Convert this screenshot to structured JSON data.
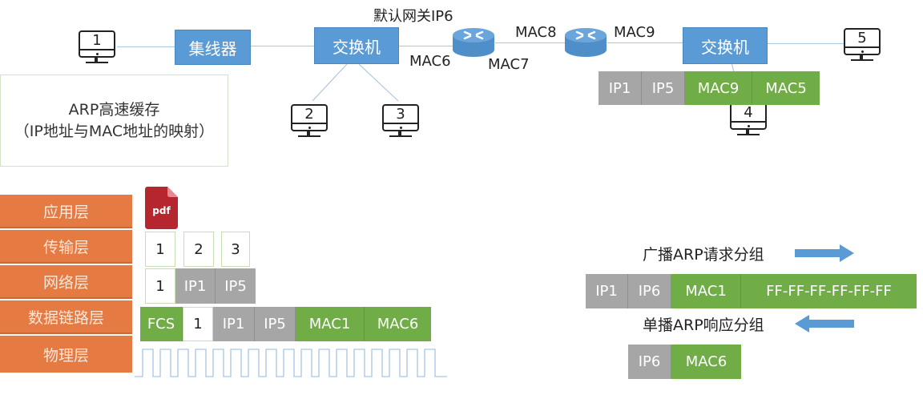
{
  "network": {
    "hosts": [
      {
        "id": "1",
        "label": "1"
      },
      {
        "id": "2",
        "label": "2"
      },
      {
        "id": "3",
        "label": "3"
      },
      {
        "id": "4",
        "label": "4"
      },
      {
        "id": "5",
        "label": "5"
      }
    ],
    "hub_label": "集线器",
    "switch_left_label": "交换机",
    "switch_right_label": "交换机",
    "gateway_label": "默认网关IP6",
    "mac_labels": {
      "mac6": "MAC6",
      "mac7": "MAC7",
      "mac8": "MAC8",
      "mac9": "MAC9"
    },
    "frame_at_host4": [
      {
        "text": "IP1",
        "color": "gray"
      },
      {
        "text": "IP5",
        "color": "gray"
      },
      {
        "text": "MAC9",
        "color": "green"
      },
      {
        "text": "MAC5",
        "color": "green"
      }
    ]
  },
  "arp_cache": {
    "line1": "ARP高速缓存",
    "line2": "（IP地址与MAC地址的映射）"
  },
  "layers": [
    {
      "label": "应用层"
    },
    {
      "label": "传输层"
    },
    {
      "label": "网络层"
    },
    {
      "label": "数据链路层"
    },
    {
      "label": "物理层"
    }
  ],
  "encapsulation": {
    "application": {
      "file_icon_label": "pdf"
    },
    "transport": [
      "1",
      "2",
      "3"
    ],
    "network": [
      {
        "text": "1",
        "color": "white"
      },
      {
        "text": "IP1",
        "color": "gray"
      },
      {
        "text": "IP5",
        "color": "gray"
      }
    ],
    "datalink": [
      {
        "text": "FCS",
        "color": "green"
      },
      {
        "text": "1",
        "color": "white"
      },
      {
        "text": "IP1",
        "color": "gray"
      },
      {
        "text": "IP5",
        "color": "gray"
      },
      {
        "text": "MAC1",
        "color": "green"
      },
      {
        "text": "MAC6",
        "color": "green"
      }
    ]
  },
  "arp": {
    "request_label": "广播ARP请求分组",
    "request_packet": [
      {
        "text": "IP1",
        "color": "gray"
      },
      {
        "text": "IP6",
        "color": "gray"
      },
      {
        "text": "MAC1",
        "color": "green"
      },
      {
        "text": "FF-FF-FF-FF-FF-FF",
        "color": "green"
      }
    ],
    "reply_label": "单播ARP响应分组",
    "reply_packet": [
      {
        "text": "IP6",
        "color": "gray"
      },
      {
        "text": "MAC6",
        "color": "green"
      }
    ]
  },
  "colors": {
    "device_blue": "#5b9bd5",
    "field_gray": "#a6a6a6",
    "field_green": "#70ad47",
    "layer_orange": "#e57a43",
    "pdf_red": "#b5262e"
  }
}
